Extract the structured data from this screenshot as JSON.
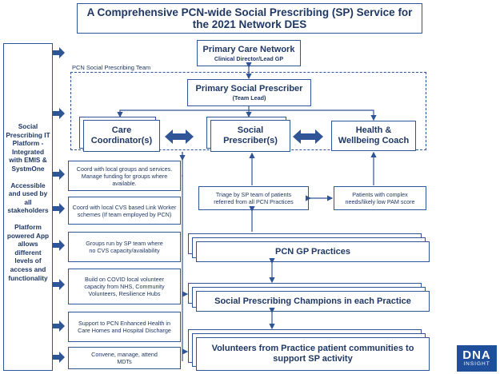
{
  "title": "A Comprehensive PCN-wide Social Prescribing (SP) Service for the 2021 Network DES",
  "sidebar": {
    "para1": "Social Prescribing IT Platform - Integrated with EMIS & SystmOne",
    "para2": "Accessible and used by all stakeholders",
    "para3": "Platform powered App allows different levels of access and functionality"
  },
  "pcn": {
    "title": "Primary Care Network",
    "subtitle": "Clinical Director/Lead GP"
  },
  "team_label": "PCN Social Prescribing Team",
  "psp": {
    "title": "Primary Social Prescriber",
    "subtitle": "(Team Lead)"
  },
  "roles": {
    "care_coordinator": "Care Coordinator(s)",
    "social_prescriber": "Social Prescriber(s)",
    "health_coach": "Health & Wellbeing Coach"
  },
  "activities": [
    "Coord with local groups and services. Manage funding for groups where available.",
    "Coord with local CVS based Link Worker schemes (If team employed by PCN)",
    "Groups run by SP team where no CVS capacity/availability",
    "Build on COVID local volunteer capacity from NHS, Community Volunteers, Resilience Hubs",
    "Support to PCN Enhanced Health in Care Homes and Hospital Discharge",
    "Convene, manage, attend MDTs"
  ],
  "triage": "Triage by SP team of patients referred from all PCN Practices",
  "complex": "Patients with complex needs/likely low PAM score",
  "gp_practices": "PCN GP Practices",
  "champions": "Social Prescribing Champions in each Practice",
  "volunteers": "Volunteers from Practice patient communities to support SP activity",
  "logo": {
    "line1": "DNA",
    "line2": "INSIGHT"
  },
  "colors": {
    "border": "#2e5597",
    "text": "#1f3864",
    "arrow": "#2f5597",
    "logo_bg": "#1f4e9a"
  }
}
